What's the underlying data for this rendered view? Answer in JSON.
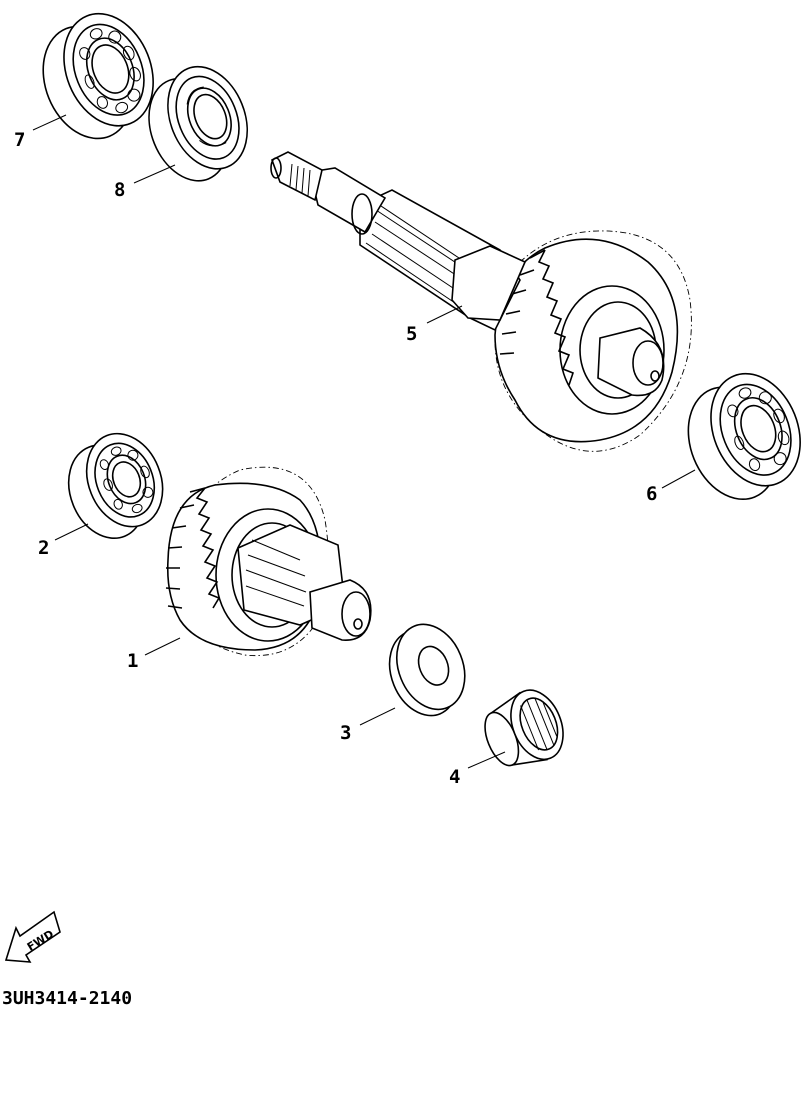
{
  "callouts": {
    "c1": "1",
    "c2": "2",
    "c3": "3",
    "c4": "4",
    "c5": "5",
    "c6": "6",
    "c7": "7",
    "c8": "8"
  },
  "fwd_label": "FWD",
  "part_code": "3UH3414-2140",
  "fwd_icon": "fwd-arrow-icon"
}
